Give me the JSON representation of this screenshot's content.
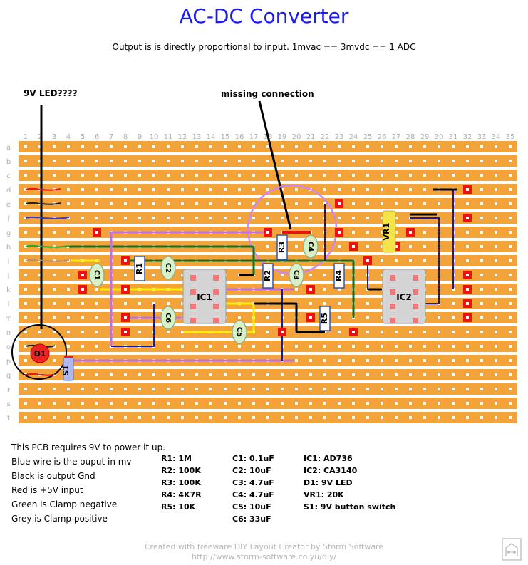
{
  "title": "AC-DC Converter",
  "subtitle": "Output is is directly proportional to input. 1mvac == 3mvdc == 1 ADC",
  "callouts": {
    "led": "9V LED????",
    "missing": "missing connection"
  },
  "board": {
    "columns": [
      "1",
      "2",
      "3",
      "4",
      "5",
      "6",
      "7",
      "8",
      "9",
      "10",
      "11",
      "12",
      "13",
      "14",
      "15",
      "16",
      "17",
      "18",
      "19",
      "20",
      "21",
      "22",
      "23",
      "24",
      "25",
      "26",
      "27",
      "28",
      "29",
      "30",
      "31",
      "32",
      "33",
      "34",
      "35"
    ],
    "rows": [
      "a",
      "b",
      "c",
      "d",
      "e",
      "f",
      "g",
      "h",
      "i",
      "j",
      "k",
      "l",
      "m",
      "n",
      "o",
      "p",
      "q",
      "r",
      "s",
      "t"
    ],
    "components": {
      "c1": "C1",
      "c2": "C2",
      "c3": "C3",
      "c4": "C4",
      "c5": "C5",
      "c6": "C6",
      "r1": "R1",
      "r2": "R2",
      "r3": "R3",
      "r4": "R4",
      "r5": "R5",
      "ic1": "IC1",
      "ic2": "IC2",
      "vr1": "VR1",
      "d1": "D1",
      "s1": "S1"
    },
    "colors": {
      "strip": "#f2a33a",
      "hole": "#ffffff",
      "wire_black": "#000000",
      "wire_green": "#1a6b1a",
      "wire_purple": "#c070e0",
      "wire_yellow": "#ffee00",
      "wire_blue": "#1a1aa0",
      "wire_red": "#ee1111",
      "ic_body": "#d4d4d4",
      "cap_body": "#d8f0c8",
      "vr_body": "#f5e34a",
      "circle_purple": "#cc88ee"
    }
  },
  "notes": [
    "This PCB requires 9V to power it up.",
    "Blue wire is the ouput in mv",
    "Black is output Gnd",
    "Red is +5V input",
    "Green is Clamp negative",
    "Grey is Clamp positive"
  ],
  "bom": {
    "resistors": [
      "R1: 1M",
      "R2: 100K",
      "R3: 100K",
      "R4: 4K7R",
      "R5: 10K"
    ],
    "capacitors": [
      "C1: 0.1uF",
      "C2: 10uF",
      "C3: 4.7uF",
      "C4: 4.7uF",
      "C5: 10uF",
      "C6: 33uF"
    ],
    "others": [
      "IC1: AD736",
      "IC2: CA3140",
      "D1: 9V LED",
      "VR1: 20K",
      "S1: 9V button switch"
    ]
  },
  "footer": {
    "line1": "Created with freeware DIY Layout Creator by Storm Software",
    "line2": "http://www.storm-software.co.yu/diy/"
  }
}
